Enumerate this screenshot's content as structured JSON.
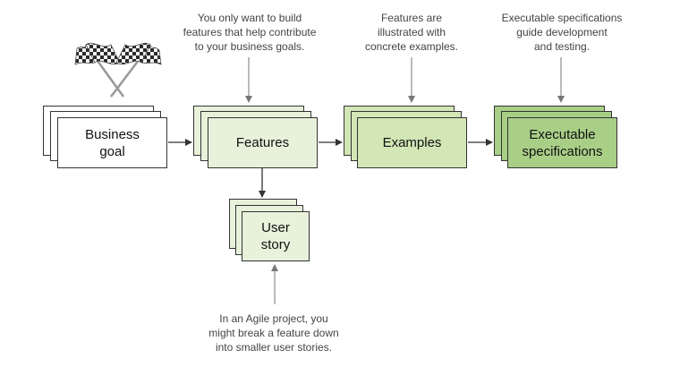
{
  "notes": {
    "features_note": [
      "You only want to build",
      "features that help contribute",
      "to your business goals."
    ],
    "examples_note": [
      "Features are",
      "illustrated with",
      "concrete examples."
    ],
    "specs_note": [
      "Executable specifications",
      "guide development",
      "and testing."
    ],
    "story_note": [
      "In an Agile project, you",
      "might break a feature down",
      "into smaller user stories."
    ]
  },
  "nodes": {
    "business_goal": [
      "Business",
      "goal"
    ],
    "features": [
      "Features"
    ],
    "examples": [
      "Examples"
    ],
    "specifications": [
      "Executable",
      "specifications"
    ],
    "user_story": [
      "User",
      "story"
    ]
  },
  "colors": {
    "business_goal": "#ffffff",
    "features": "#e8f1da",
    "examples": "#d2e6b6",
    "specifications": "#a9cf87",
    "user_story": "#e8f1da",
    "arrow": "#333333",
    "note_arrow": "#777777"
  },
  "icon": "checkered-flags-icon"
}
